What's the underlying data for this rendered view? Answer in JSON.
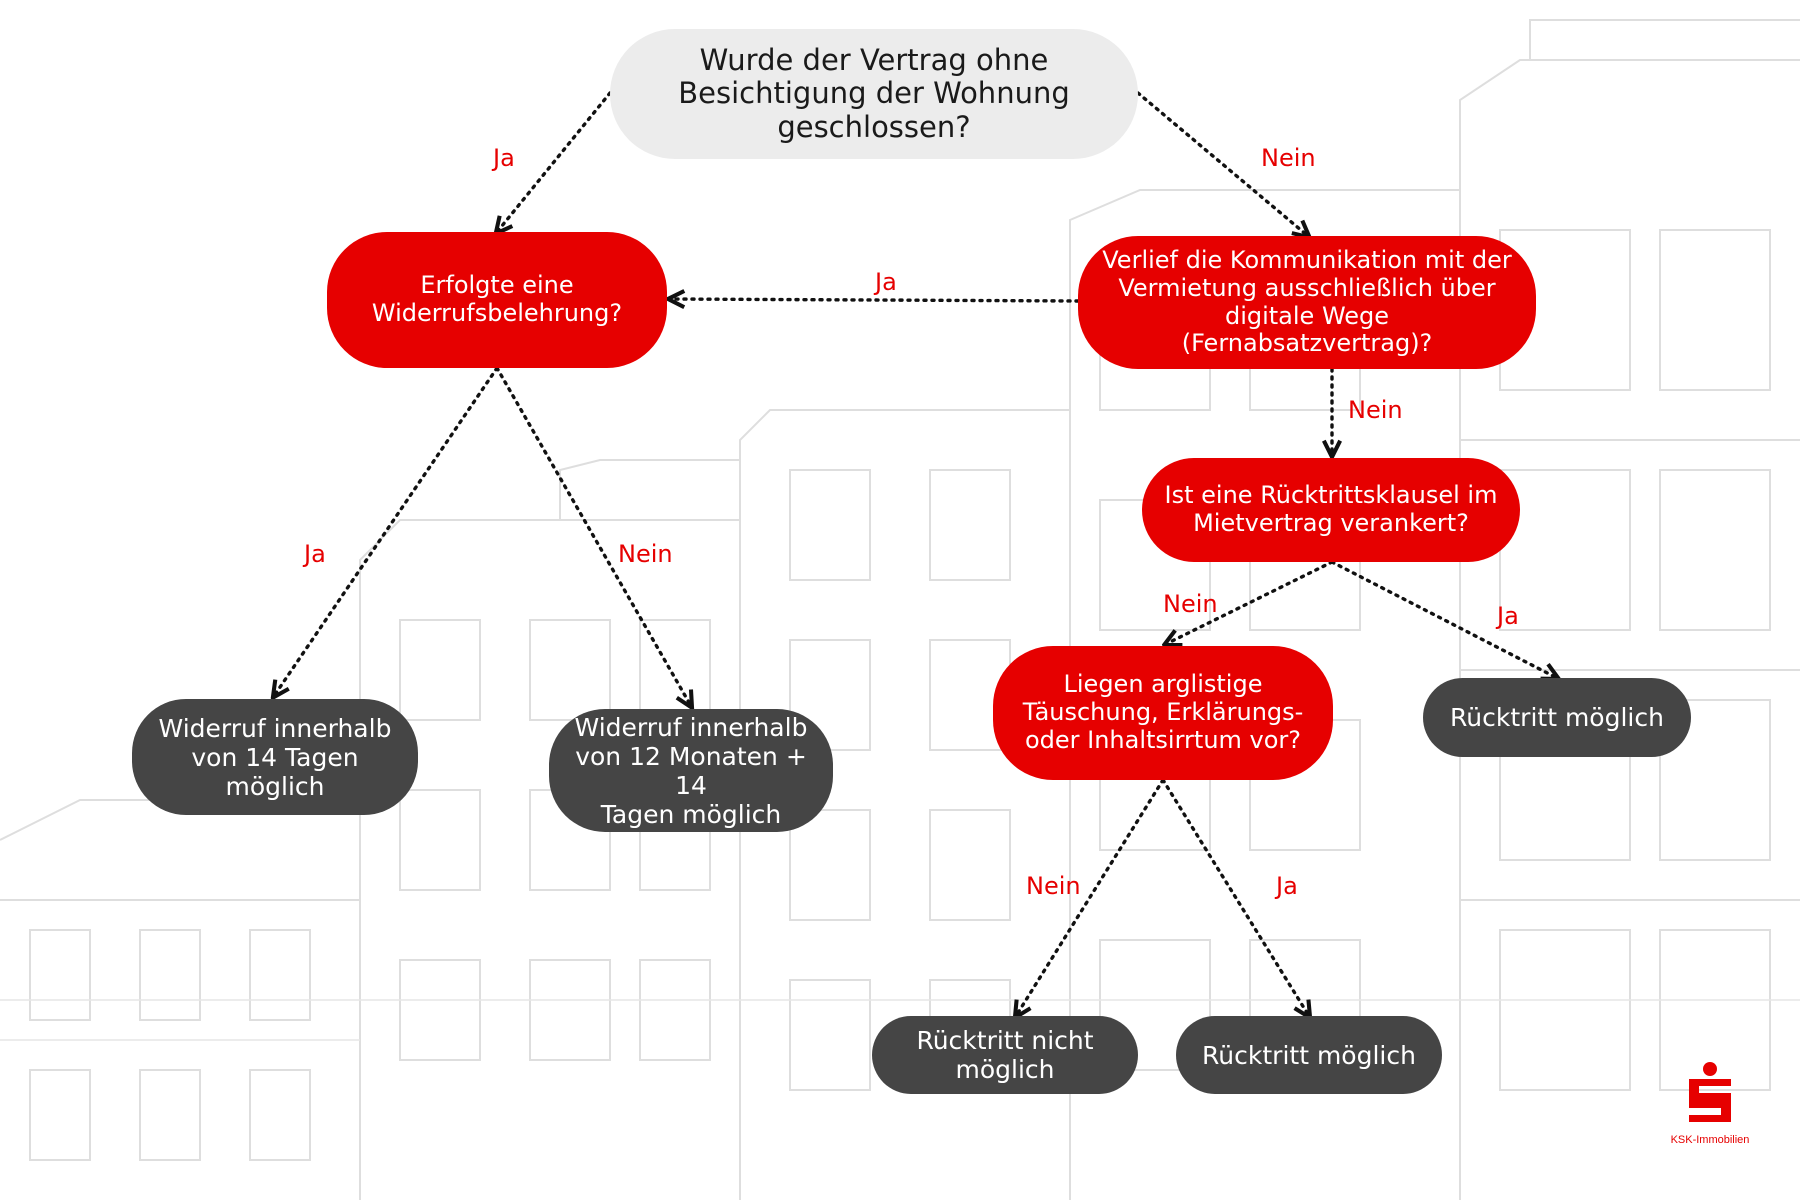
{
  "nodes": {
    "q_besichtigung": "Wurde der Vertrag ohne\nBesichtigung der Wohnung\ngeschlossen?",
    "q_widerrufsbelehrung": "Erfolgte eine\nWiderrufsbelehrung?",
    "q_kommunikation": "Verlief die Kommunikation mit der\nVermietung ausschließlich über\ndigitale Wege (Fernabsatzvertrag)?",
    "q_ruecktrittsklausel": "Ist eine Rücktrittsklausel im\nMietvertrag verankert?",
    "q_taeuschung": "Liegen arglistige\nTäuschung, Erklärungs-\noder Inhaltsirrtum vor?",
    "r_widerruf_14_tage": "Widerruf innerhalb\nvon 14 Tagen\nmöglich",
    "r_widerruf_12_monate": "Widerruf innerhalb\nvon 12 Monaten + 14\nTagen möglich",
    "r_ruecktritt_moeglich_klausel": "Rücktritt möglich",
    "r_ruecktritt_nicht_moeglich": "Rücktritt nicht\nmöglich",
    "r_ruecktritt_moeglich_taeuschung": "Rücktritt möglich"
  },
  "edge_labels": {
    "besichtigung_ja": "Ja",
    "besichtigung_nein": "Nein",
    "kommunikation_ja": "Ja",
    "kommunikation_nein": "Nein",
    "belehrung_ja": "Ja",
    "belehrung_nein": "Nein",
    "klausel_nein": "Nein",
    "klausel_ja": "Ja",
    "taeuschung_nein": "Nein",
    "taeuschung_ja": "Ja"
  },
  "logo": {
    "icon": "sparkasse-s-icon",
    "text": "KSK-Immobilien"
  },
  "colors": {
    "accent_red": "#e60000",
    "question_gray": "#ececec",
    "result_dark": "#454545",
    "connector": "#111111"
  }
}
